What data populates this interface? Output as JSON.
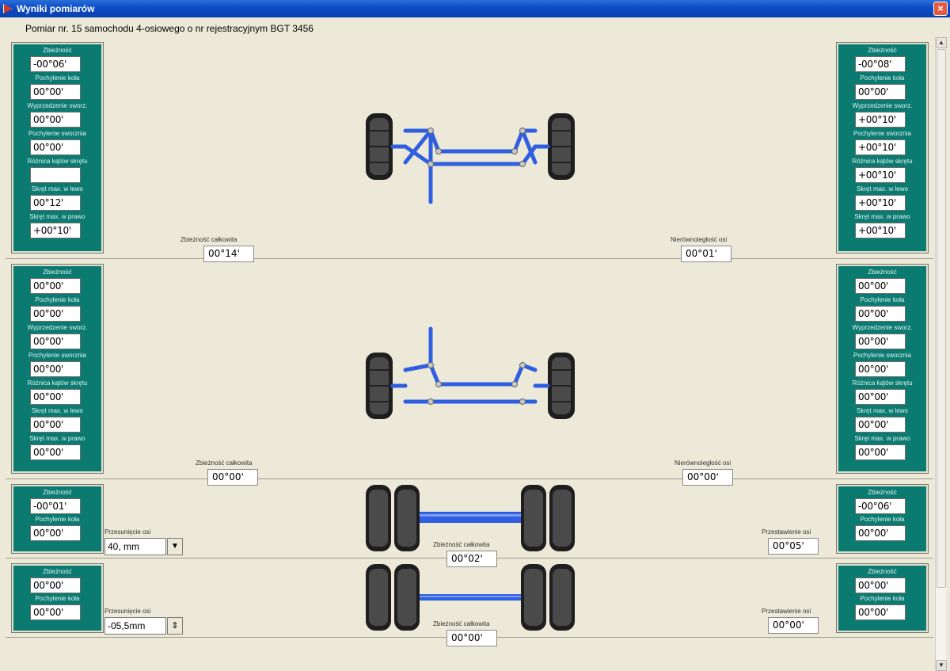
{
  "window": {
    "title": "Wyniki pomiarów",
    "close_label": "×"
  },
  "header": {
    "text": "Pomiar nr. 15 samochodu 4-osiowego o nr rejestracyjnym BGT 3456"
  },
  "section1": {
    "left_panel": {
      "labels": [
        "Zbieżność",
        "Pochylenie koła",
        "Wyprzedzenie sworz.",
        "Pochylenie sworznia",
        "Różnica kątów skrętu",
        "Skręt max. w lewo",
        "Skręt max. w prawo"
      ],
      "values": [
        "-00°06'",
        "00°00'",
        "00°00'",
        "00°00'",
        "",
        "00°12'",
        "+00°10'"
      ]
    },
    "right_panel": {
      "labels": [
        "Zbieżność",
        "Pochylenie koła",
        "Wyprzedzenie sworz.",
        "Pochylenie sworznia",
        "Różnica kątów skrętu",
        "Skręt max. w lewo",
        "Skręt max. w prawo"
      ],
      "values": [
        "-00°08'",
        "00°00'",
        "+00°10'",
        "+00°10'",
        "+00°10'",
        "+00°10'",
        "+00°10'"
      ]
    },
    "total_label": "Zbieżność całkowita",
    "total_value": "00°14'",
    "secondary_label": "Nierównoległość osi",
    "secondary_value": "00°01'"
  },
  "section2": {
    "left_panel": {
      "labels": [
        "Zbieżność",
        "Pochylenie koła",
        "Wyprzedzenie sworz.",
        "Pochylenie sworznia",
        "Różnica kątów skrętu",
        "Skręt max. w lewo",
        "Skręt max. w prawo"
      ],
      "values": [
        "00°00'",
        "00°00'",
        "00°00'",
        "00°00'",
        "00°00'",
        "00°00'",
        "00°00'"
      ]
    },
    "right_panel": {
      "labels": [
        "Zbieżność",
        "Pochylenie koła",
        "Wyprzedzenie sworz.",
        "Pochylenie sworznia",
        "Różnica kątów skrętu",
        "Skręt max. w lewo",
        "Skręt max. w prawo"
      ],
      "values": [
        "00°00'",
        "00°00'",
        "00°00'",
        "00°00'",
        "00°00'",
        "00°00'",
        "00°00'"
      ]
    },
    "total_label": "Zbieżność całkowita",
    "total_value": "00°00'",
    "secondary_label": "Nierównoległość osi",
    "secondary_value": "00°00'"
  },
  "section3": {
    "left_panel": {
      "labels": [
        "Zbieżność",
        "Pochylenie koła"
      ],
      "values": [
        "-00°01'",
        "00°00'"
      ]
    },
    "right_panel": {
      "labels": [
        "Zbieżność",
        "Pochylenie koła"
      ],
      "values": [
        "-00°06'",
        "00°00'"
      ]
    },
    "offset_label": "Przesunięcie osi",
    "offset_value": "40, mm",
    "total_label": "Zbieżność całkowita",
    "total_value": "00°02'",
    "secondary_label": "Przestawienie osi",
    "secondary_value": "00°05'"
  },
  "section4": {
    "left_panel": {
      "labels": [
        "Zbieżność",
        "Pochylenie koła"
      ],
      "values": [
        "00°00'",
        "00°00'"
      ]
    },
    "right_panel": {
      "labels": [
        "Zbieżność",
        "Pochylenie koła"
      ],
      "values": [
        "00°00'",
        "00°00'"
      ]
    },
    "offset_label": "Przesunięcie osi",
    "offset_value": "-05,5mm",
    "total_label": "Zbieżność całkowita",
    "total_value": "00°00'",
    "secondary_label": "Przestawienie osi",
    "secondary_value": "00°00'"
  },
  "colors": {
    "panel": "#0b7b72",
    "axle": "#2f5fe0",
    "titlebar": "#0a4cc4"
  }
}
